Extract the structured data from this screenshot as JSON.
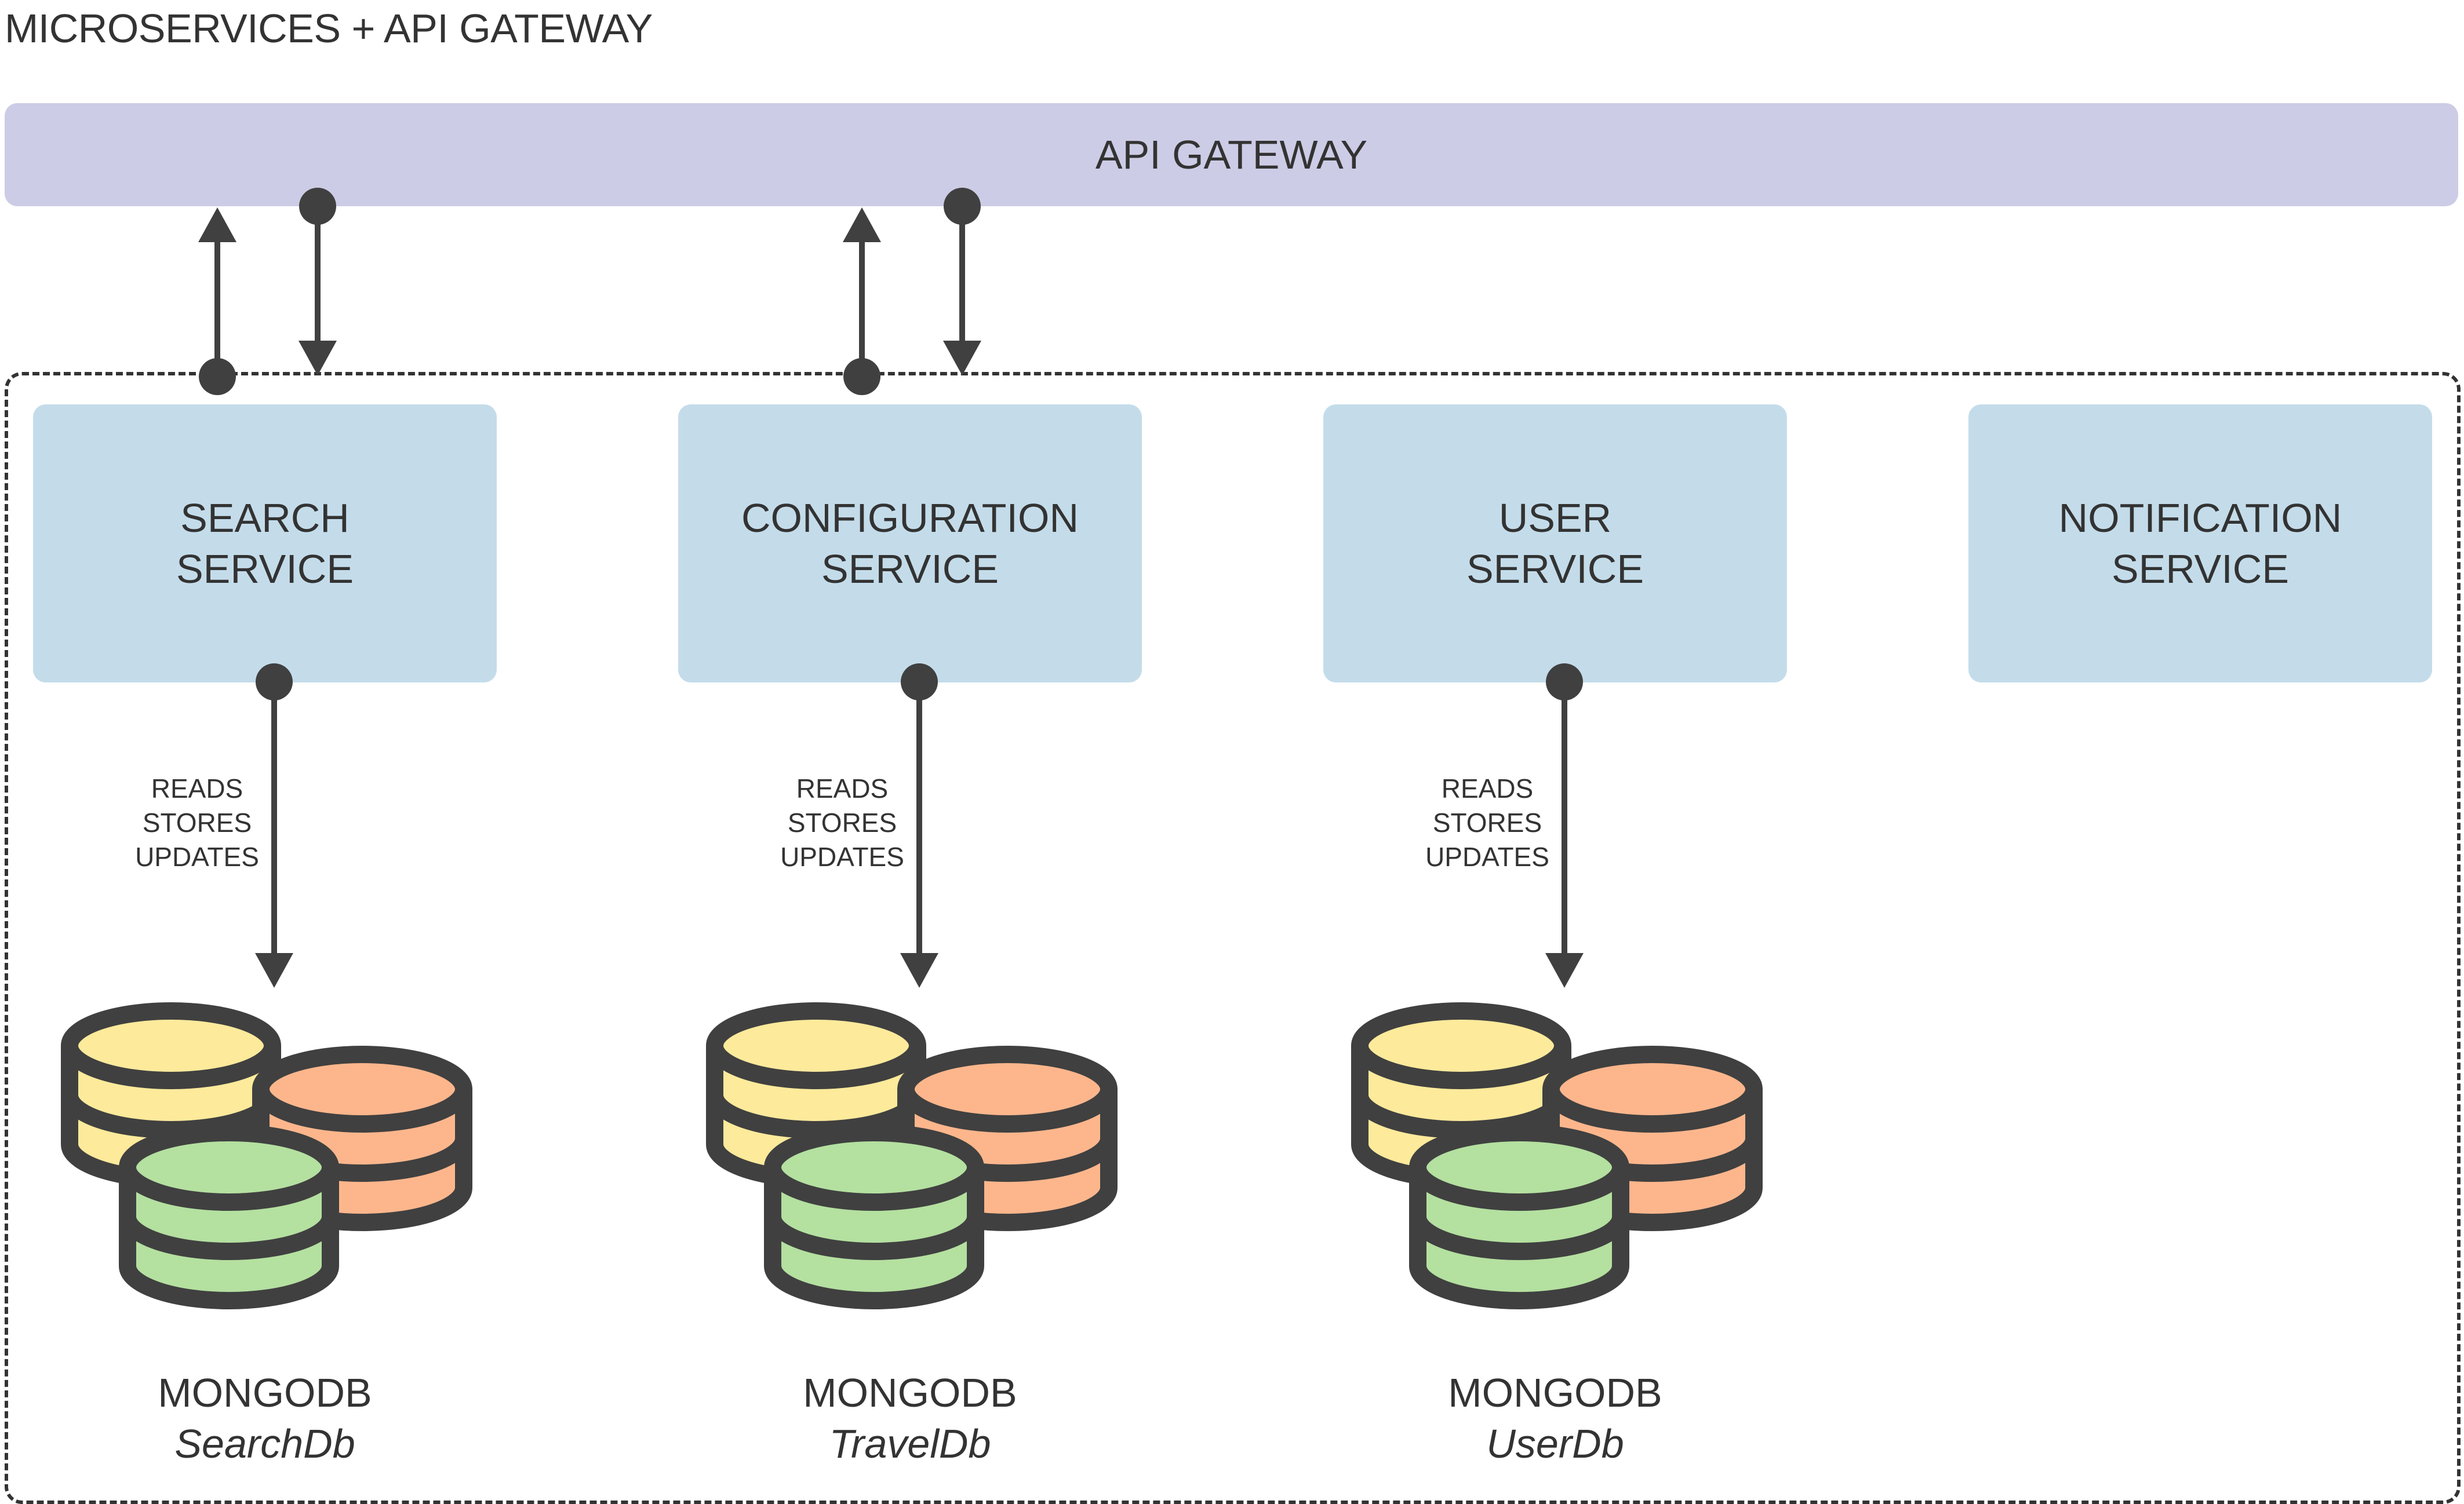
{
  "title": "MICROSERVICES + API GATEWAY",
  "gateway": {
    "label": "API GATEWAY",
    "color": "#cccce6"
  },
  "services": [
    {
      "label": "SEARCH\nSERVICE"
    },
    {
      "label": "CONFIGURATION\nSERVICE"
    },
    {
      "label": "USER\nSERVICE"
    },
    {
      "label": "NOTIFICATION\nSERVICE"
    }
  ],
  "service_color": "#c4dcea",
  "db_links": [
    {
      "operations": "READS\nSTORES\nUPDATES"
    },
    {
      "operations": "READS\nSTORES\nUPDATES"
    },
    {
      "operations": "READS\nSTORES\nUPDATES"
    }
  ],
  "databases": [
    {
      "engine": "MONGODB",
      "name": "SearchDb",
      "icon": "database-stack-icon"
    },
    {
      "engine": "MONGODB",
      "name": "TravelDb",
      "icon": "database-stack-icon"
    },
    {
      "engine": "MONGODB",
      "name": "UserDb",
      "icon": "database-stack-icon"
    }
  ],
  "colors": {
    "line": "#404040",
    "db_yellow": "#fdea9b",
    "db_orange": "#fdb68c",
    "db_green": "#b4e0a0"
  }
}
